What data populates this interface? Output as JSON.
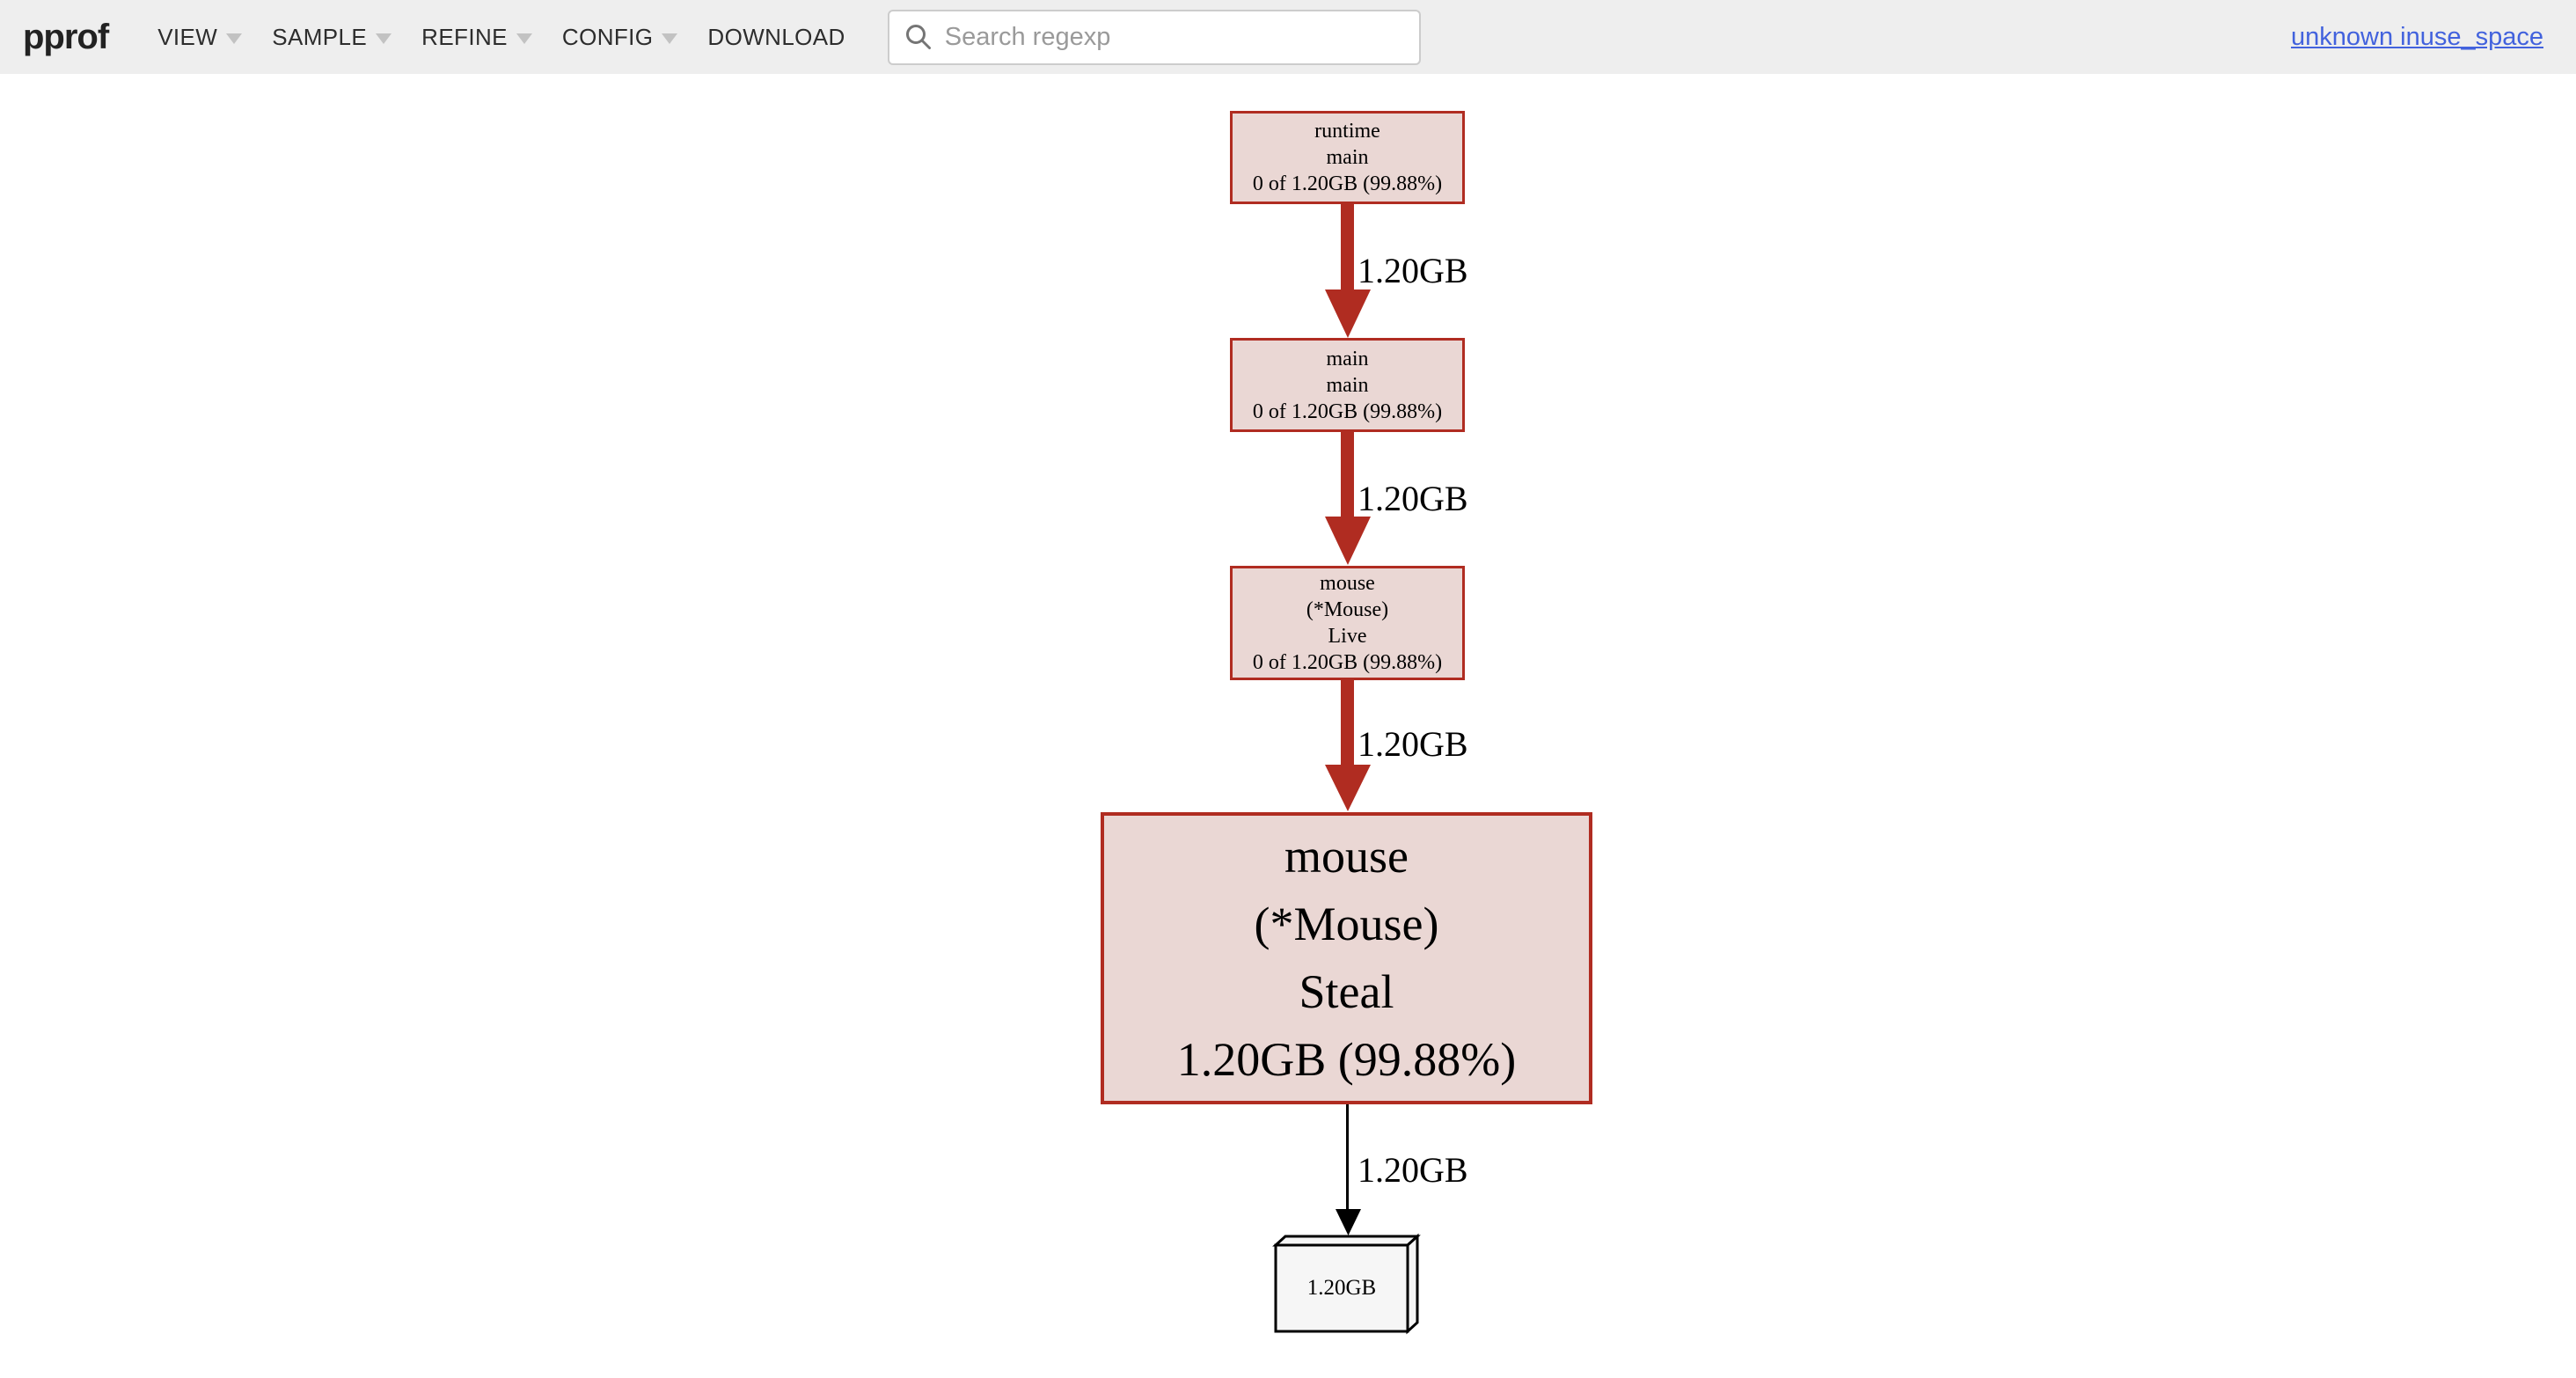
{
  "header": {
    "logo": "pprof",
    "menus": [
      {
        "label": "VIEW",
        "dropdown": true
      },
      {
        "label": "SAMPLE",
        "dropdown": true
      },
      {
        "label": "REFINE",
        "dropdown": true
      },
      {
        "label": "CONFIG",
        "dropdown": true
      },
      {
        "label": "DOWNLOAD",
        "dropdown": false
      }
    ],
    "search": {
      "placeholder": "Search regexp",
      "value": ""
    },
    "profile_link": "unknown inuse_space"
  },
  "colors": {
    "header_bg": "#eeeeee",
    "node_border": "#b02c21",
    "node_fill": "#ead7d4",
    "edge_thick": "#b02c21",
    "edge_thin": "#000000",
    "sink_fill": "#f6f6f6",
    "link_color": "#4262dd",
    "menu_text": "#2d2d2d",
    "placeholder_text": "#9a9a9a"
  },
  "graph": {
    "nodes": [
      {
        "lines": [
          "runtime",
          "main",
          "0 of 1.20GB (99.88%)"
        ]
      },
      {
        "lines": [
          "main",
          "main",
          "0 of 1.20GB (99.88%)"
        ]
      },
      {
        "lines": [
          "mouse",
          "(*Mouse)",
          "Live",
          "0 of 1.20GB (99.88%)"
        ]
      },
      {
        "lines": [
          "mouse",
          "(*Mouse)",
          "Steal",
          "1.20GB (99.88%)"
        ]
      }
    ],
    "sink": {
      "label": "1.20GB"
    },
    "edges": [
      {
        "label": "1.20GB"
      },
      {
        "label": "1.20GB"
      },
      {
        "label": "1.20GB"
      },
      {
        "label": "1.20GB"
      }
    ]
  }
}
